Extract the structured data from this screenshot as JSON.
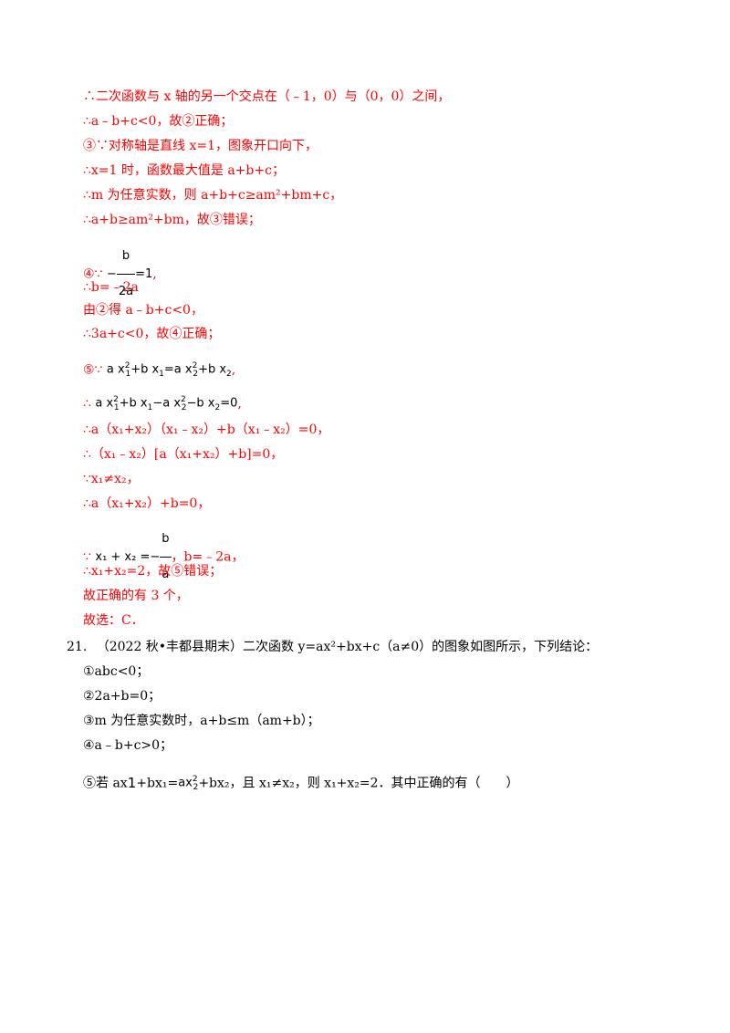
{
  "lines": [
    "∴二次函数与 x 轴的另一个交点在（﹣1，0）与（0，0）之间，",
    "∴a﹣b+c<0，故②正确；",
    "③∵对称轴是直线 x=1，图象开口向下，",
    "∴x=1 时，函数最大值是 a+b+c；",
    "∴m 为任意实数，则 a+b+c≥am²+bm+c，",
    "∴a+b≥am²+bm，故③错误；",
    "④∵",
    ",",
    "∴b=﹣2a",
    "由②得 a﹣b+c<0，",
    "∴3a+c<0，故④正确；",
    "⑤∵",
    ",",
    "∴",
    ",",
    "∴a（x₁+x₂）（x₁﹣x₂）+b（x₁﹣x₂）=0，",
    "∴（x₁﹣x₂）[a（x₁+x₂）+b]=0，",
    "∵x₁≠x₂，",
    "∴a（x₁+x₂）+b=0，",
    "∵",
    "，b=﹣2a，",
    "∴x₁+x₂=2，故⑤错误；",
    "故正确的有 3 个，",
    "故选：C．"
  ],
  "formulas": {
    "f4_num": "b",
    "f4_den": "2a",
    "f4_rhs": "=1",
    "f5a_left": "a x",
    "f5a_mid": "+b x",
    "f5a_eq": "=a x",
    "f5a_end": "+b x",
    "f5b_a": "a x",
    "f5b_b": "+b x",
    "f5b_c": "−a x",
    "f5b_d": "−b x",
    "f5b_e": "=0",
    "f6_lhs": "x₁ + x₂ =−",
    "f6_num": "b",
    "f6_den": "a",
    "sup2": "2",
    "sub1": "1",
    "sub2": "2"
  },
  "question": {
    "number": "21.",
    "stem": "（2022 秋•丰都县期末）二次函数 y=ax²+bx+c（a≠0）的图象如图所示，下列结论：",
    "options": [
      "①abc<0；",
      "②2a+b=0；",
      "③m 为任意实数时，a+b≤m（am+b）；",
      "④a﹣b+c>0；"
    ],
    "opt5_pre": "⑤若 ax",
    "opt5_img": "1",
    "opt5_mid": "+bx₁=",
    "opt5_img2": "ax",
    "opt5_post": "+bx₂，且 x₁≠x₂，则 x₁+x₂=2．其中正确的有（　　）"
  }
}
